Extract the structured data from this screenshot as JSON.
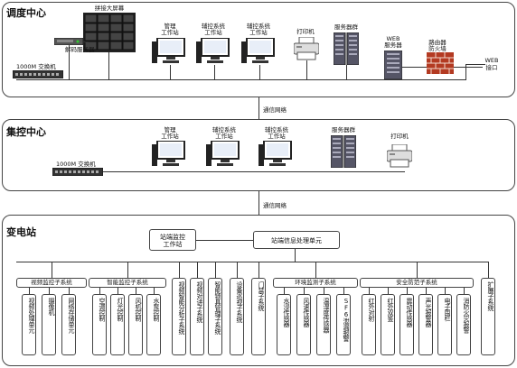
{
  "dispatch": {
    "title": "调度中心",
    "big_screen": "拼接大屏幕",
    "decoder": "解码服务器",
    "switch": "1000M 交换机",
    "mgmt": [
      "管理",
      "工作站"
    ],
    "aux1": [
      "辅控系统",
      "工作站"
    ],
    "aux2": [
      "辅控系统",
      "工作站"
    ],
    "printer": "打印机",
    "servers": "服务器群",
    "web_server": [
      "WEB",
      "服务器"
    ],
    "firewall": [
      "路由器",
      "防火墙"
    ],
    "web_port": [
      "WEB",
      "接口"
    ]
  },
  "network_label_1": "通信网络",
  "centralized": {
    "title": "集控中心",
    "switch": "1000M 交换机",
    "mgmt": [
      "管理",
      "工作站"
    ],
    "aux1": [
      "辅控系统",
      "工作站"
    ],
    "aux2": [
      "辅控系统",
      "工作站"
    ],
    "servers": "服务器群",
    "printer": "打印机"
  },
  "network_label_2": "通信网络",
  "substation": {
    "title": "变电站",
    "workstation": [
      "站端监控",
      "工作站"
    ],
    "info_unit": "站端信息处理单元",
    "groups": {
      "video": "视频监控子系统",
      "smart": "智能监控子系统",
      "env": "环境监测子系统",
      "security": "安全防范子系统"
    },
    "video_items": [
      "视频处理单元",
      "摄像机",
      "网络存储单元"
    ],
    "smart_items": [
      "空调控制",
      "灯光控制",
      "风机控制",
      "水泵控制"
    ],
    "standalone": [
      "视频智能分析子系统",
      "视频对讲子系统",
      "智能锁具管理子系统",
      "设备巡视子系统",
      "门禁子系统"
    ],
    "env_items": [
      "水浸传感器",
      "风速传感器",
      "温湿度传感器",
      "SF6泄漏报警"
    ],
    "security_items": [
      "红外对射",
      "红外双鉴",
      "震动传感器",
      "声光报警器",
      "电子围栏",
      "消防火灾报警"
    ],
    "expansion": "扩展子系统"
  }
}
